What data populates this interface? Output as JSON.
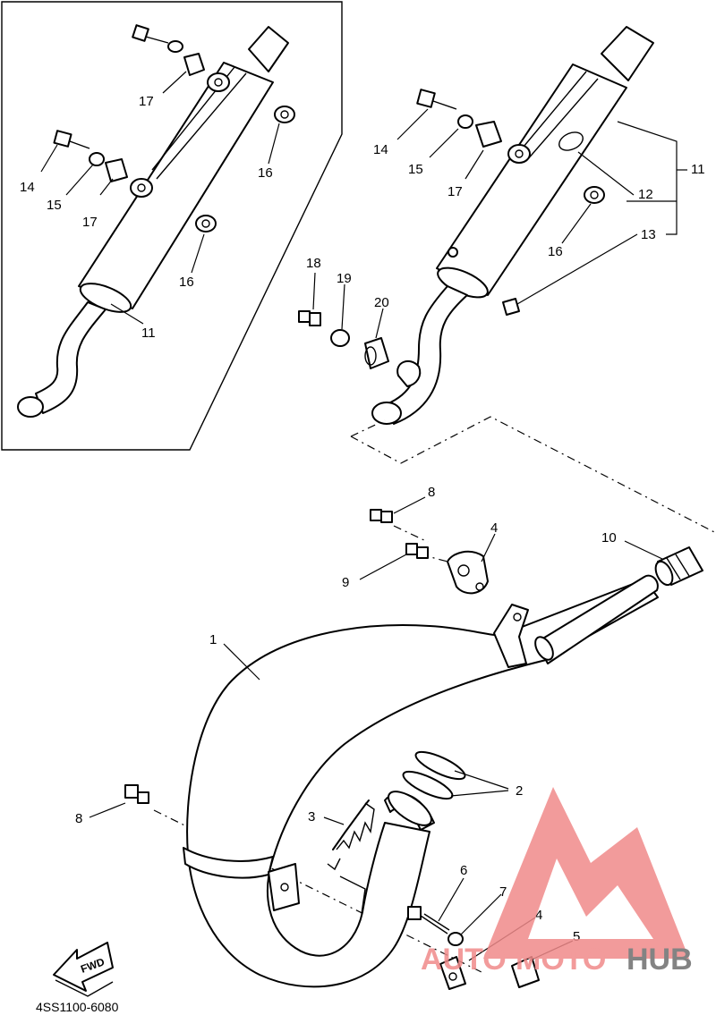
{
  "diagram": {
    "code": "4SS1100-6080",
    "fwd_label": "FWD",
    "callouts": {
      "inset": {
        "n17": "17",
        "n14": "14",
        "n15": "15",
        "n17b": "17",
        "n16": "16",
        "n16b": "16",
        "n11": "11"
      },
      "muffler": {
        "n14": "14",
        "n15": "15",
        "n17": "17",
        "n12": "12",
        "n11": "11",
        "n16": "16",
        "n13": "13",
        "n18": "18",
        "n19": "19",
        "n20": "20"
      },
      "pipe": {
        "n8": "8",
        "n4": "4",
        "n9": "9",
        "n10": "10",
        "n1": "1",
        "n2": "2",
        "n3": "3",
        "n8b": "8",
        "n6": "6",
        "n7": "7",
        "n4b": "4",
        "n5": "5"
      }
    }
  },
  "watermark": {
    "text_a": "AUTO",
    "text_b": "MOTO",
    "text_c": "HUB",
    "colors": {
      "logo": "#f08a8a",
      "text_dark": "#6e6e6e"
    }
  }
}
